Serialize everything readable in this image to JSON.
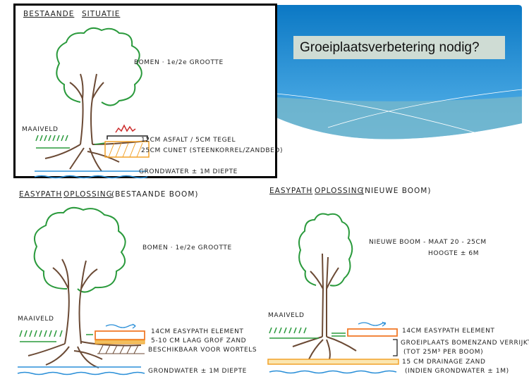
{
  "slide": {
    "title": "Groeiplaatsverbetering nodig?",
    "colors": {
      "banner_top": "#0b78c4",
      "banner_bottom": "#5ab6ec",
      "title_box": "#cfdcd4",
      "canopy": "#2a9a3c",
      "trunk": "#6b4a35",
      "water": "#2a8fd8",
      "sand": "#f2a22a",
      "easypath": "#f07a2a",
      "crack": "#cc2a2a"
    }
  },
  "panels": {
    "existing": {
      "heading_1": "BESTAANDE",
      "heading_2": "SITUATIE",
      "tree_label": "BOMEN · 1e/2e GROOTTE",
      "ground_label": "MAAIVELD",
      "layer_1": "12CM ASFALT / 5CM TEGEL",
      "layer_2": "25CM CUNET (STEENKORREL/ZANDBED)",
      "groundwater": "GRONDWATER ± 1M DIEPTE"
    },
    "easypath_existing": {
      "heading_1": "EASYPATH",
      "heading_2": "OPLOSSING",
      "heading_3": "(BESTAANDE BOOM)",
      "tree_label": "BOMEN · 1e/2e GROOTTE",
      "ground_label": "MAAIVELD",
      "layer_1": "14CM EASYPATH ELEMENT",
      "layer_2": "5-10 CM LAAG GROF ZAND",
      "layer_3": "BESCHIKBAAR VOOR WORTELS",
      "groundwater": "GRONDWATER ± 1M DIEPTE"
    },
    "easypath_new": {
      "heading_1": "EASYPATH",
      "heading_2": "OPLOSSING",
      "heading_3": "(NIEUWE BOOM)",
      "tree_label_1": "NIEUWE BOOM - MAAT 20 - 25CM",
      "tree_label_2": "HOOGTE ± 6M",
      "ground_label": "MAAIVELD",
      "layer_1": "14CM EASYPATH ELEMENT",
      "layer_2": "GROEIPLAATS BOMENZAND VERRIJKT",
      "layer_2b": "(TOT 25M³ PER BOOM)",
      "layer_3": "15 CM DRAINAGE ZAND",
      "layer_3b": "(INDIEN GRONDWATER ± 1M)"
    }
  }
}
